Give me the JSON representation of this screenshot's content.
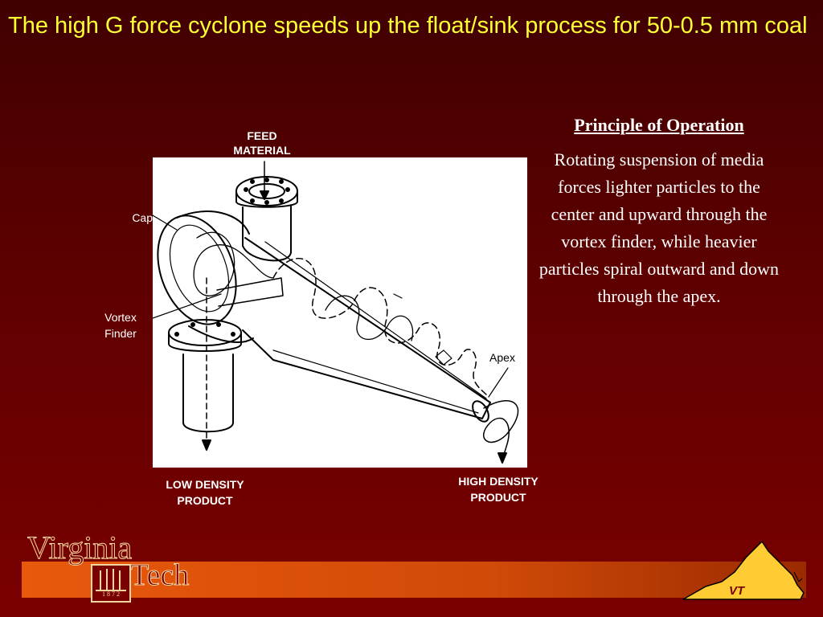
{
  "slide": {
    "title": "The high G force cyclone speeds up the float/sink process for 50-0.5 mm coal"
  },
  "diagram": {
    "labels": {
      "feed": "FEED MATERIAL",
      "cap": "Cap",
      "vortex_finder": "Vortex Finder",
      "apex": "Apex",
      "low_density": "LOW DENSITY PRODUCT",
      "high_density": "HIGH DENSITY PRODUCT"
    }
  },
  "principle": {
    "heading": "Principle of Operation",
    "body": "Rotating suspension of media forces lighter particles to the center and upward through the vortex finder, while heavier particles spiral outward and down through the apex."
  },
  "branding": {
    "logo_top": "Virginia",
    "logo_bottom": "Tech",
    "logo_year": "1 8 7 2",
    "state_mark": "VT"
  },
  "colors": {
    "title": "#ffff33",
    "footer_bar": "#e8590c",
    "background": "#5e0000",
    "state_fill": "#ffcc33"
  }
}
